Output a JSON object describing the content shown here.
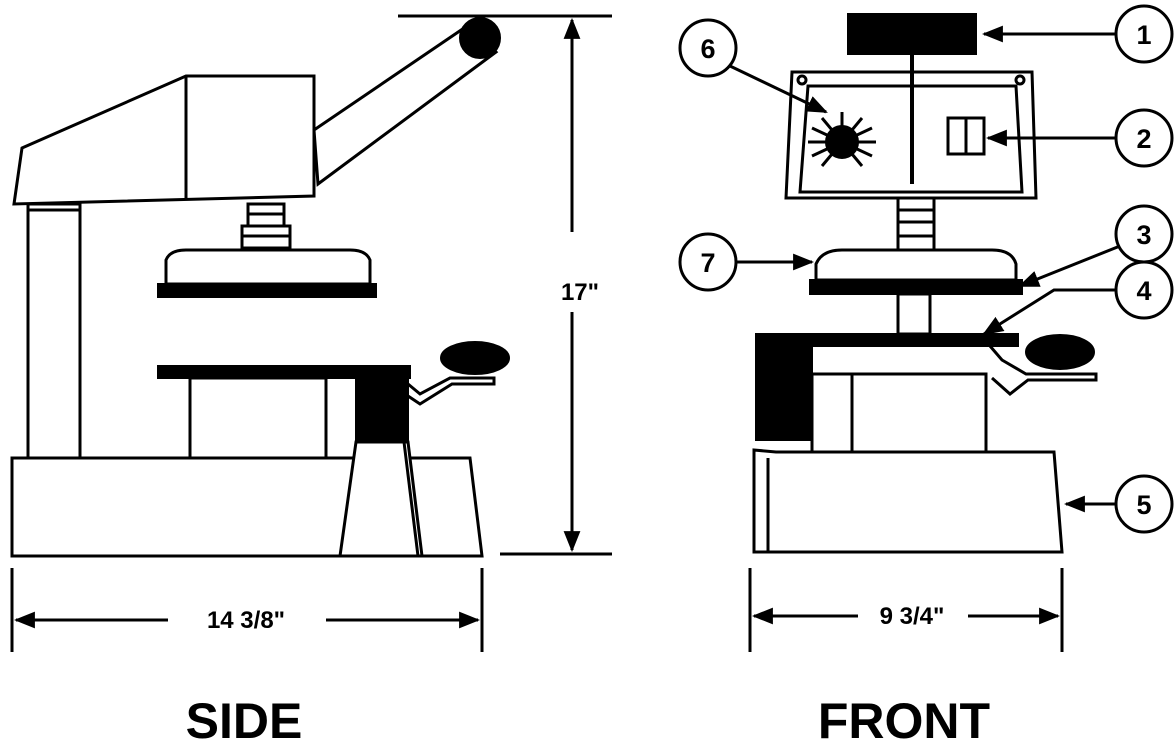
{
  "dimensions": {
    "height": "17\"",
    "side_width": "14 3/8\"",
    "front_width": "9 3/4\""
  },
  "views": {
    "side": "SIDE",
    "front": "FRONT"
  },
  "callouts": [
    {
      "num": "1"
    },
    {
      "num": "2"
    },
    {
      "num": "3"
    },
    {
      "num": "4"
    },
    {
      "num": "5"
    },
    {
      "num": "6"
    },
    {
      "num": "7"
    }
  ],
  "colors": {
    "ink": "#000000",
    "paper": "#ffffff"
  }
}
